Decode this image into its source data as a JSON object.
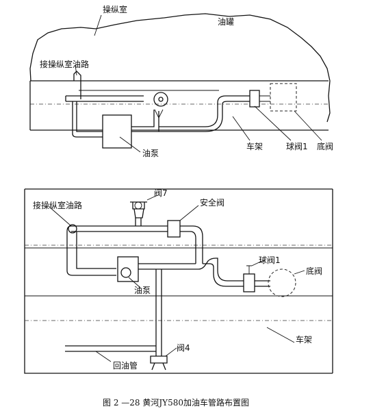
{
  "figure": {
    "caption": "图 2 —28   黄河JY580加油车管路布置图"
  },
  "top_view": {
    "labels": {
      "cab": "操纵室",
      "tank": "油罐",
      "to_cab_line": "接操纵室油路",
      "pump": "油泵",
      "frame": "车架",
      "ball_valve": "球阀1",
      "bottom_valve": "底阀"
    }
  },
  "bottom_view": {
    "labels": {
      "valve7": "阀7",
      "safety_valve": "安全阀",
      "to_cab_line": "接操纵室油路",
      "ball_valve": "球阀1",
      "bottom_valve": "底阀",
      "pump": "油泵",
      "frame": "车架",
      "valve4": "阀4",
      "return_pipe": "回油管"
    }
  }
}
